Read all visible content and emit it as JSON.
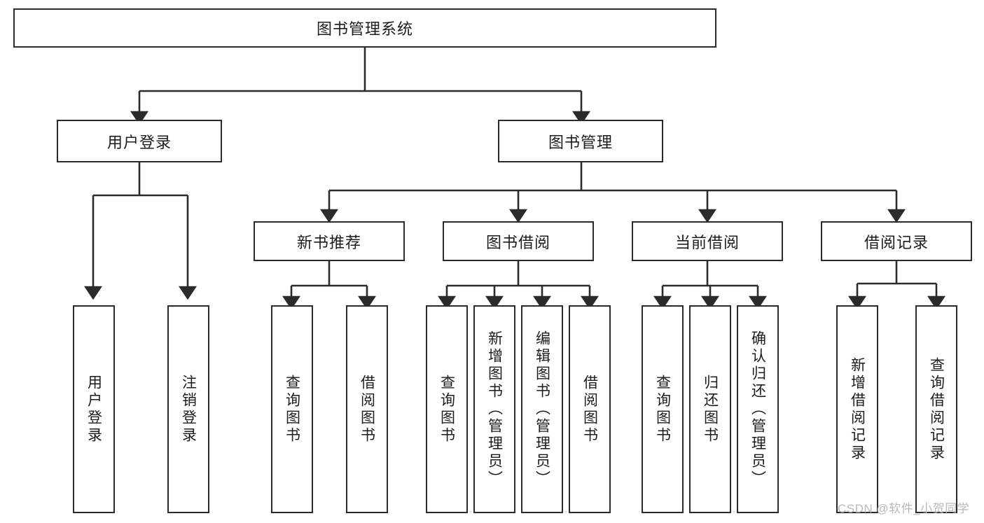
{
  "diagram": {
    "title": "图书管理系统",
    "type": "tree-hierarchy-chart",
    "root": {
      "label": "图书管理系统",
      "orientation": "horizontal"
    },
    "level2": [
      {
        "label": "用户登录",
        "orientation": "horizontal"
      },
      {
        "label": "图书管理",
        "orientation": "horizontal"
      }
    ],
    "level3": [
      {
        "label": "新书推荐",
        "orientation": "horizontal"
      },
      {
        "label": "图书借阅",
        "orientation": "horizontal"
      },
      {
        "label": "当前借阅",
        "orientation": "horizontal"
      },
      {
        "label": "借阅记录",
        "orientation": "horizontal"
      }
    ],
    "leaves": {
      "user_login": [
        {
          "label": "用户登录",
          "orientation": "vertical"
        },
        {
          "label": "注销登录",
          "orientation": "vertical"
        }
      ],
      "new_book_recommend": [
        {
          "label": "查询图书",
          "orientation": "vertical"
        },
        {
          "label": "借阅图书",
          "orientation": "vertical"
        }
      ],
      "book_borrow": [
        {
          "label": "查询图书",
          "orientation": "vertical"
        },
        {
          "label": "新增图书（管理员）",
          "orientation": "vertical"
        },
        {
          "label": "编辑图书（管理员）",
          "orientation": "vertical"
        },
        {
          "label": "借阅图书",
          "orientation": "vertical"
        }
      ],
      "current_borrow": [
        {
          "label": "查询图书",
          "orientation": "vertical"
        },
        {
          "label": "归还图书",
          "orientation": "vertical"
        },
        {
          "label": "确认归还（管理员）",
          "orientation": "vertical"
        }
      ],
      "borrow_records": [
        {
          "label": "新增借阅记录",
          "orientation": "vertical"
        },
        {
          "label": "查询借阅记录",
          "orientation": "vertical"
        }
      ]
    },
    "colors": {
      "stroke": "#2b2b2b",
      "fill": "#ffffff",
      "text": "#1c1c1c",
      "watermark": "#b9b9b9"
    }
  },
  "watermark": {
    "text": "CSDN @软件_小贺同学"
  }
}
